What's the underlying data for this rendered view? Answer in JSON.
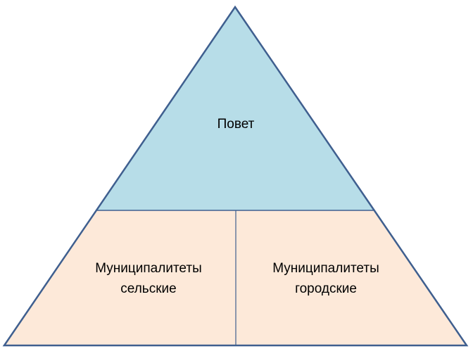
{
  "colors": {
    "top_fill": "#B7DDE8",
    "bottom_fill": "#FDE9D9",
    "stroke": "#3F5F8F"
  },
  "top": {
    "label": "Повет"
  },
  "bottom_left": {
    "line1": "Муниципалитеты",
    "line2": "сельские"
  },
  "bottom_right": {
    "line1": "Муниципалитеты",
    "line2": "городские"
  }
}
